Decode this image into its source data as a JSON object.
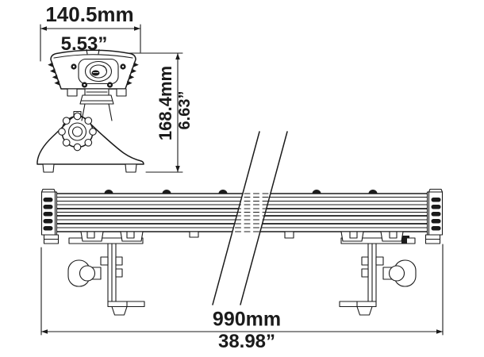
{
  "diagram": {
    "background_color": "#ffffff",
    "line_color": "#1b1b1b",
    "dimensions": {
      "width_mm": "140.5mm",
      "width_in": "5.53”",
      "height_mm": "168.4mm",
      "height_in": "6.63”",
      "length_mm": "990mm",
      "length_in": "38.98”"
    }
  }
}
